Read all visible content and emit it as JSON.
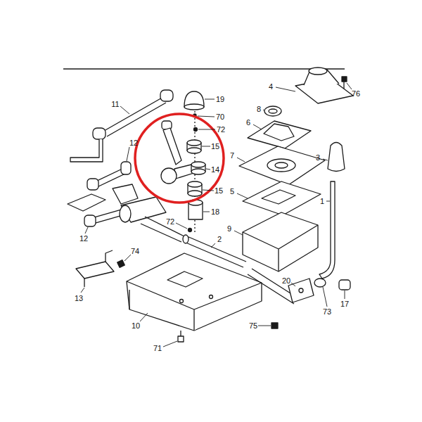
{
  "diagram": {
    "labels": [
      "4",
      "76",
      "11",
      "19",
      "70",
      "8",
      "72",
      "6",
      "15",
      "12",
      "3",
      "14",
      "7",
      "15",
      "18",
      "12",
      "5",
      "72",
      "1",
      "9",
      "2",
      "74",
      "13",
      "20",
      "73",
      "17",
      "10",
      "75",
      "71"
    ]
  }
}
